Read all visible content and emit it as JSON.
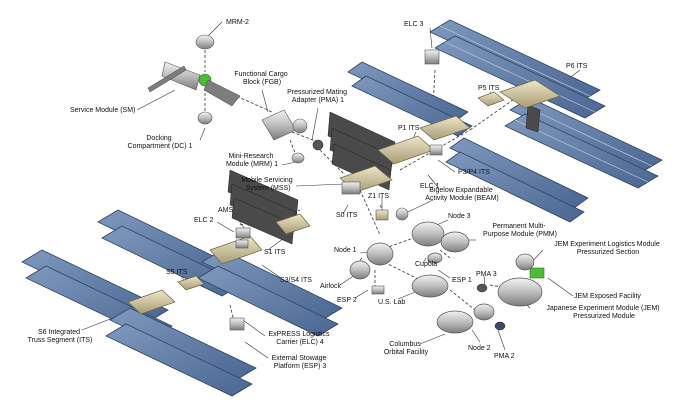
{
  "labels": {
    "mrm2": "MRM-2",
    "service_module": "Service Module (SM)",
    "docking_compartment": "Docking\nCompartment (DC) 1",
    "fgb": "Functional Cargo\nBlock (FGB)",
    "pma1": "Pressurized Mating\nAdapter (PMA) 1",
    "mrm1": "Mini-Research\nModule (MRM) 1",
    "mss": "Mobile Servicing\nSystem (MSS)",
    "elc3": "ELC 3",
    "p6": "P6 ITS",
    "p5": "P5 ITS",
    "p1": "P1 ITS",
    "p3p4": "P3/P4 ITS",
    "elc1": "ELC 1",
    "z1": "Z1 ITS",
    "beam": "Bigelow Expandable\nActivity Module (BEAM)",
    "s0": "S0 ITS",
    "node3": "Node 3",
    "pmm": "Permanent Multi-\nPurpose Module (PMM)",
    "elc2": "ELC 2",
    "ams": "AMS",
    "s1": "S1 ITS",
    "node1": "Node 1",
    "cupola": "Cupola",
    "jem_elm": "JEM Experiment Logistics Module\nPressurized Section",
    "s5": "S5 ITS",
    "s3s4": "S3/S4 ITS",
    "esp1": "ESP 1",
    "pma3": "PMA 3",
    "airlock": "Airlock",
    "jem_ef": "JEM Exposed Facility",
    "esp2": "ESP 2",
    "us_lab": "U.S. Lab",
    "jem_pm": "Japanese Experiment Module (JEM)\nPressurized Module",
    "s6": "S6 Integrated\nTruss Segment (ITS)",
    "elc4": "ExPRESS Logistics\nCarrier (ELC) 4",
    "esp3": "External Stowage\nPlatform (ESP) 3",
    "columbus": "Columbus\nOrbital Facility",
    "node2": "Node 2",
    "pma2": "PMA 2"
  },
  "colors": {
    "solar_panel": "#5b79a3",
    "solar_edge": "#2d4467",
    "truss": "#d9cfae",
    "module": "#c8c8c8",
    "module_dark": "#8c8c8c",
    "radiator": "#4a4a4a",
    "leader": "#333333",
    "green_module": "#4cbb3a"
  }
}
